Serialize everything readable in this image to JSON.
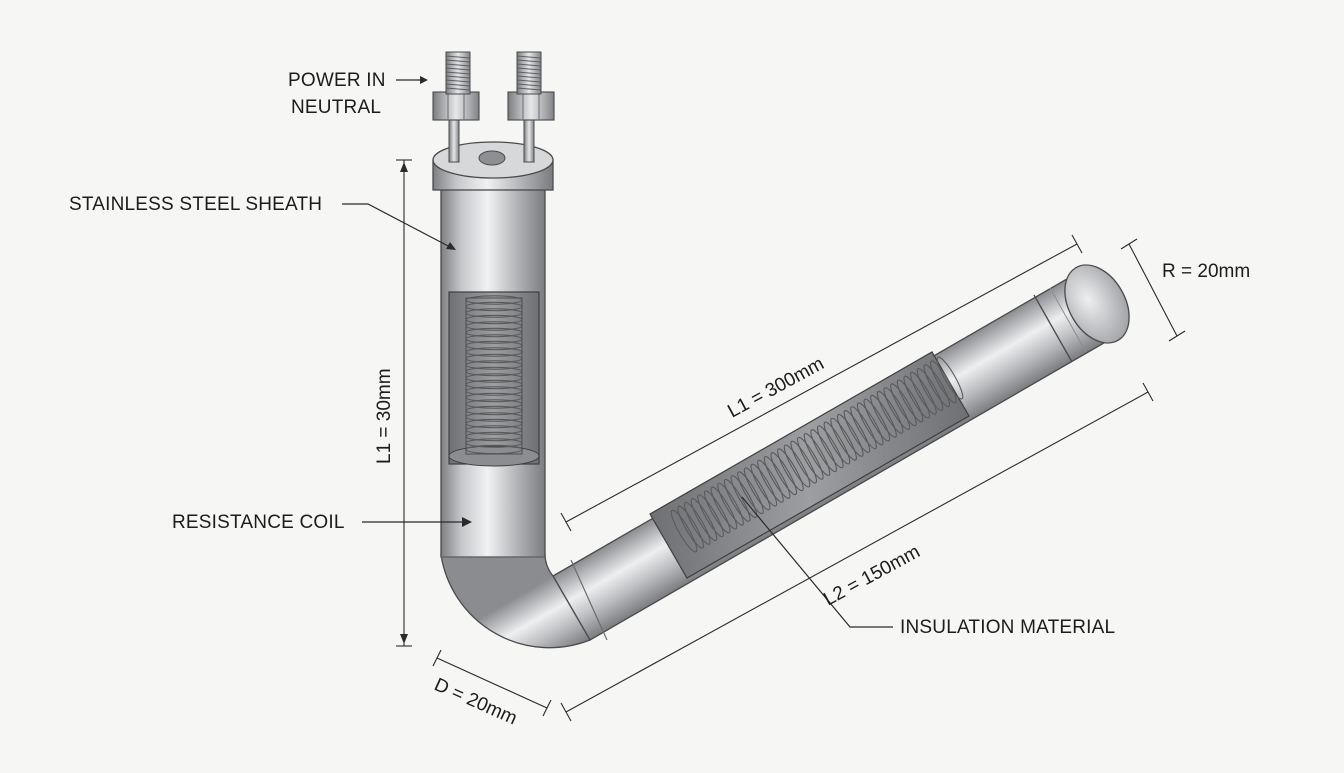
{
  "labels": {
    "power_in": "POWER IN",
    "neutral": "NEUTRAL",
    "sheath": "STAINLESS STEEL SHEATH",
    "resistance_coil": "RESISTANCE COIL",
    "insulation": "INSULATION MATERIAL"
  },
  "dimensions": {
    "vertical_length": "L1 = 30mm",
    "horizontal_length": "L1 = 300mm",
    "cutaway_length": "L2 = 150mm",
    "end_radius": "R = 20mm",
    "diameter": "D = 20mm"
  },
  "colors": {
    "background": "#f6f6f5",
    "metal_light": "#e9eaeb",
    "metal_mid": "#b4b6b9",
    "metal_dark": "#7a7c80",
    "ink": "#1c1c1c"
  }
}
